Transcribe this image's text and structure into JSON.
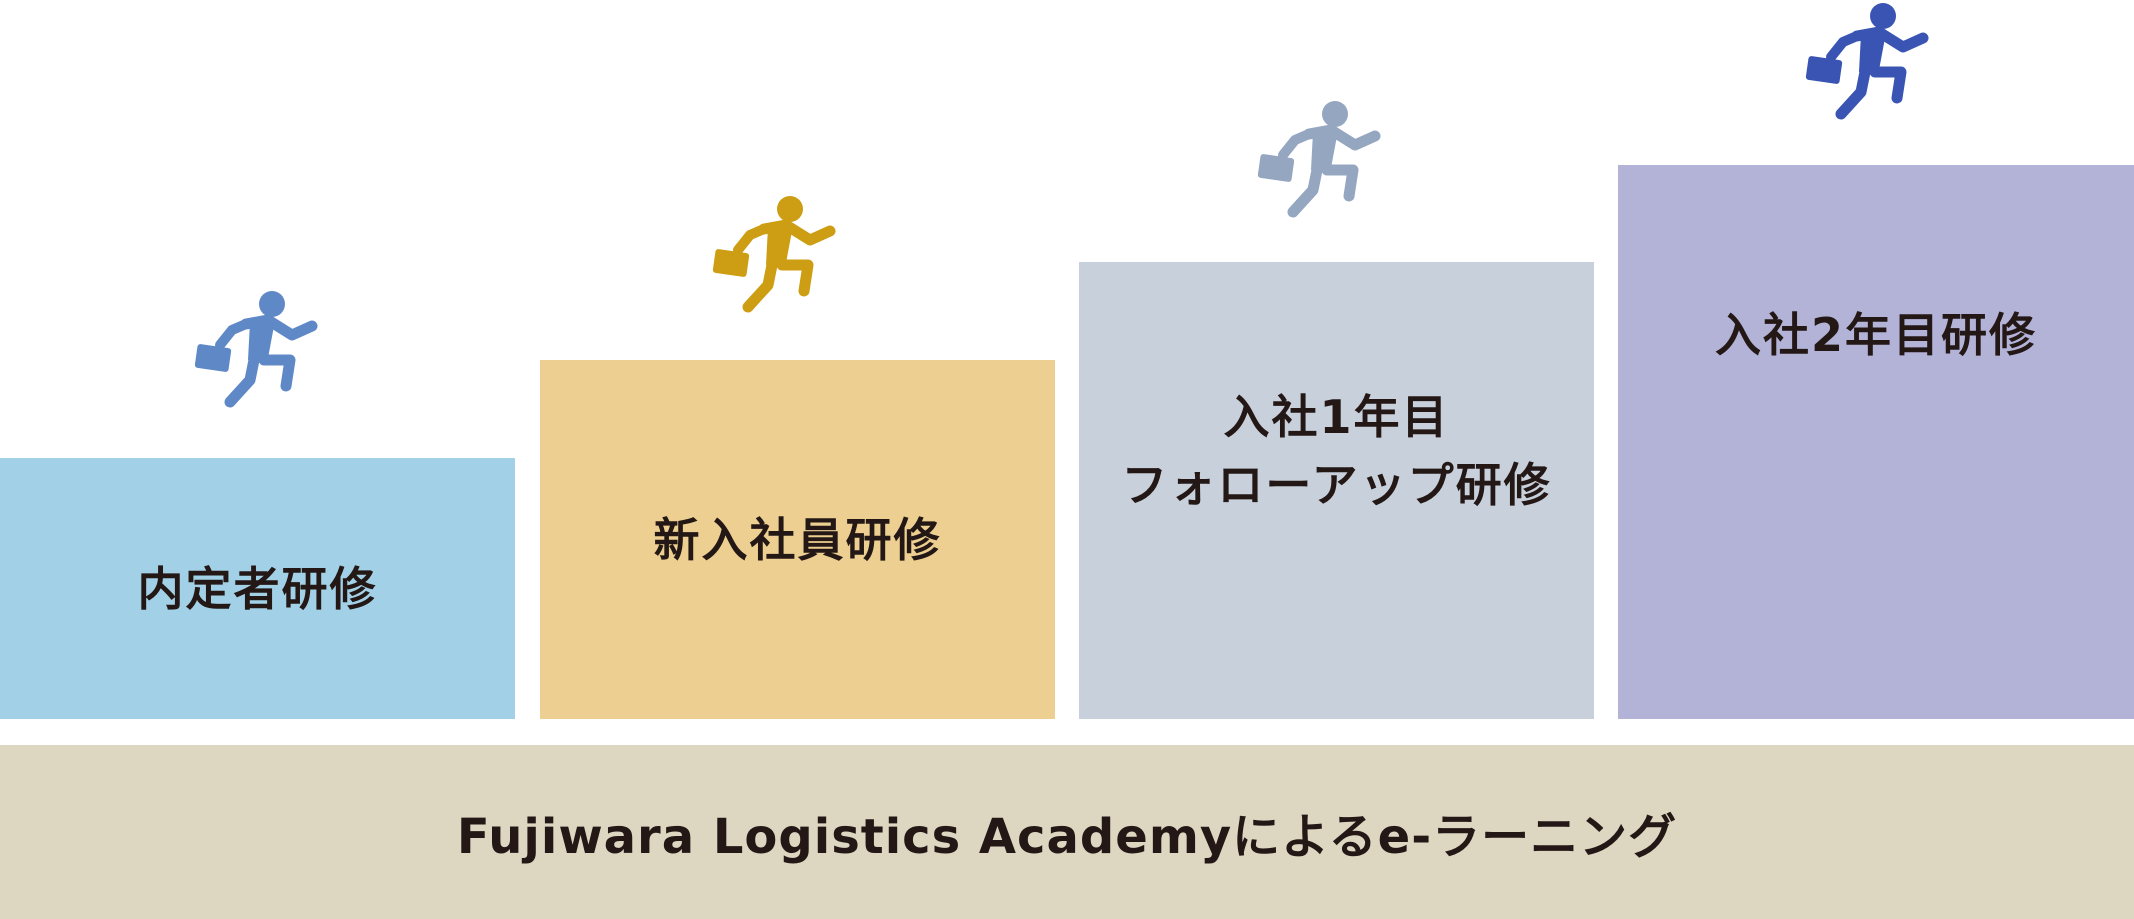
{
  "steps": [
    {
      "label": "内定者研修",
      "color": "#a2d1e7",
      "runner_color": "#5f88c7"
    },
    {
      "label": "新入社員研修",
      "color": "#edcf91",
      "runner_color": "#cd9d13"
    },
    {
      "label": "入社1年目\nフォローアップ研修",
      "color": "#c8d0db",
      "runner_color": "#95a6c0"
    },
    {
      "label": "入社2年目研修",
      "color": "#b3b3d8",
      "runner_color": "#3954b2"
    }
  ],
  "base": {
    "label": "Fujiwara Logistics Academyによるe-ラーニング",
    "color": "#ddd7c2"
  },
  "icons": [
    "running-businessman-icon"
  ]
}
